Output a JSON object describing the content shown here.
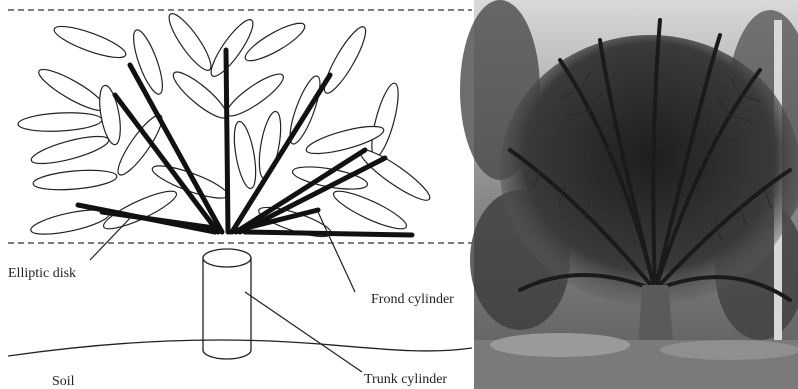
{
  "labels": {
    "elliptic_disk": "Elliptic disk",
    "frond_cylinder": "Frond cylinder",
    "trunk_cylinder": "Trunk cylinder",
    "soil": "Soil"
  }
}
